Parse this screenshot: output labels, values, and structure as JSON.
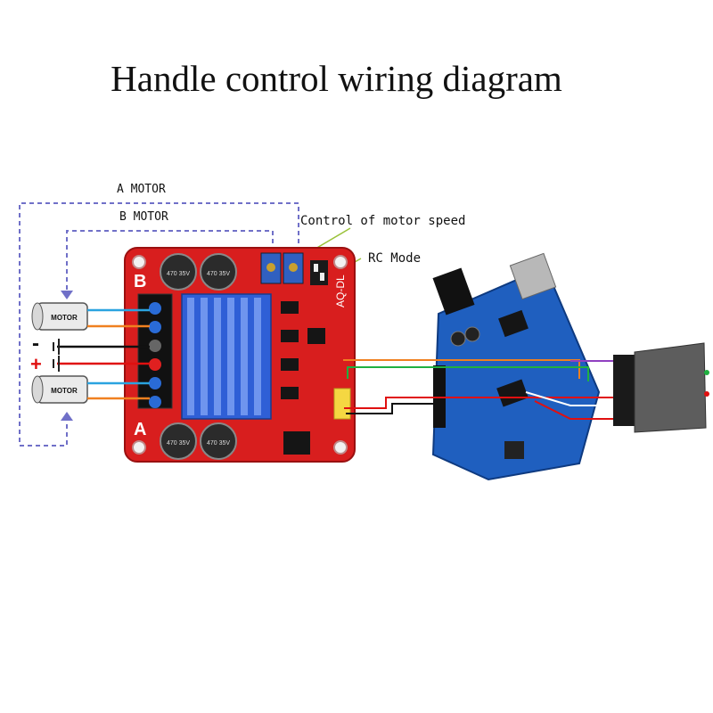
{
  "title": "Handle control wiring diagram",
  "labels": {
    "a_motor": "A MOTOR",
    "b_motor": "B MOTOR",
    "motor_speed": "Control of motor speed",
    "rc_mode": "RC Mode"
  },
  "motors": {
    "top": "MOTOR",
    "bottom": "MOTOR"
  },
  "battery": {
    "minus": "-",
    "plus": "+"
  },
  "driver_board": {
    "channel_b": "B",
    "channel_a": "A",
    "model": "AQ-DL",
    "capacitor_text": "470 35V"
  },
  "colors": {
    "driver_pcb": "#d81e1e",
    "heatsink": "#2f5fd6",
    "arduino_pcb": "#1f5fbf",
    "controller_body": "#5d5d5d",
    "wire_blue": "#2aa3e0",
    "wire_orange": "#f08020",
    "wire_red": "#e01010",
    "wire_black": "#111111",
    "wire_green": "#20b040",
    "wire_purple": "#9040c0",
    "dashed_lead": "#7070c8"
  }
}
